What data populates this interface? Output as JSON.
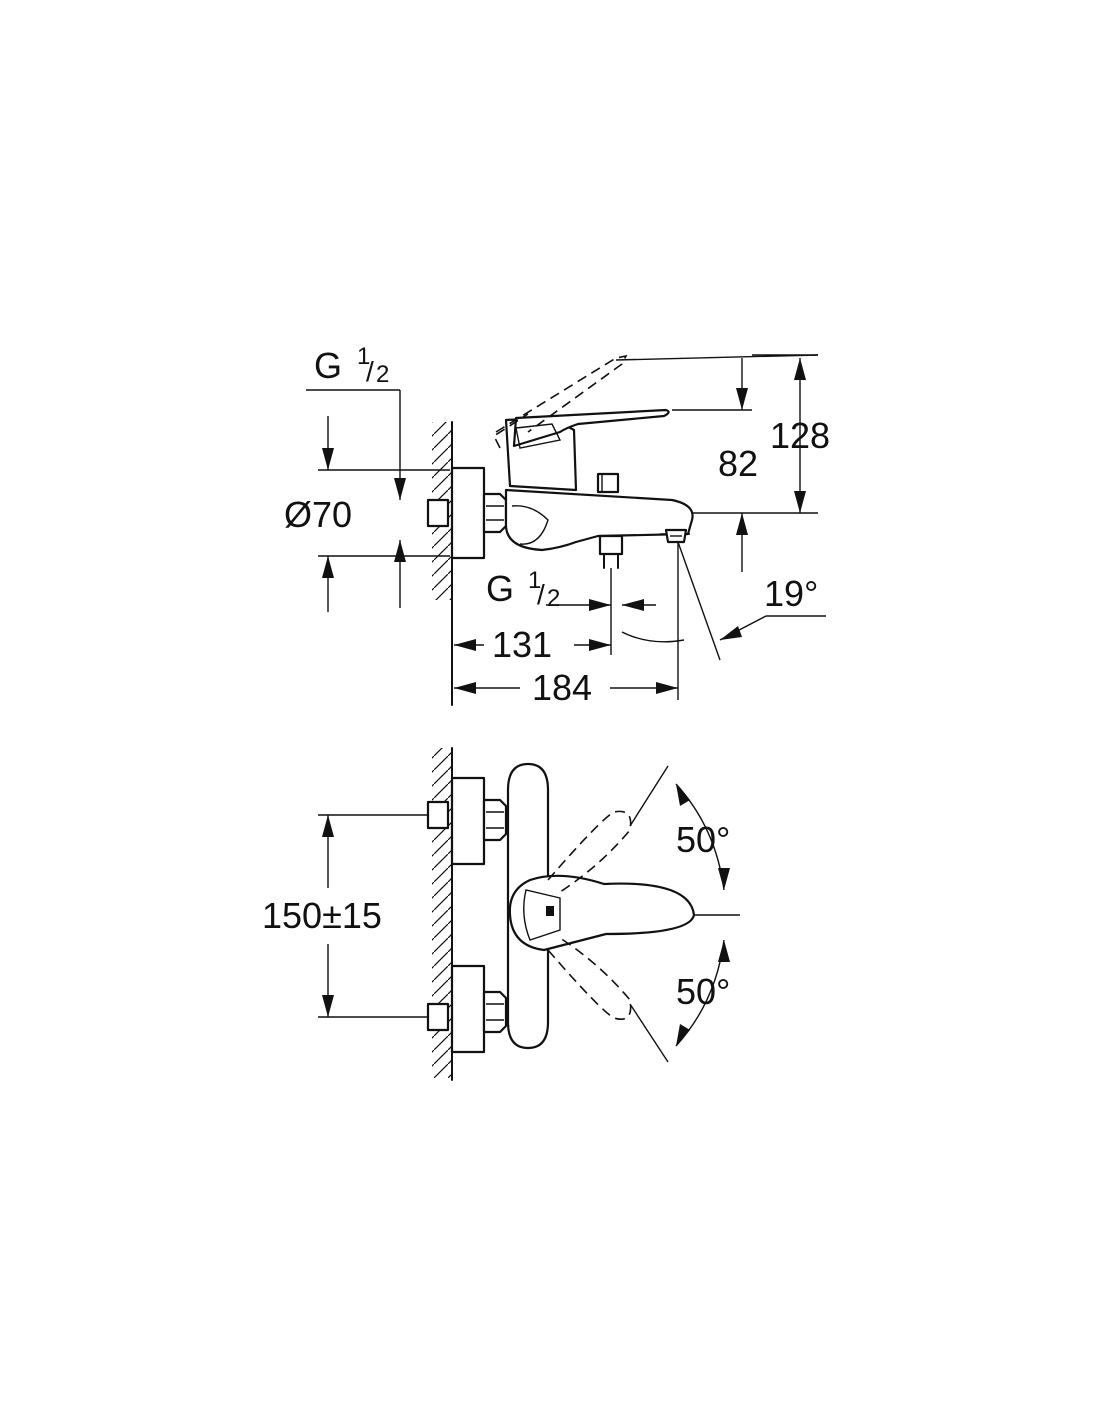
{
  "side_view": {
    "inlet_thread": {
      "base": "G",
      "fraction_num": "1",
      "fraction_den": "2"
    },
    "outlet_thread": {
      "base": "G",
      "fraction_num": "1",
      "fraction_den": "2"
    },
    "cover_diameter": "Ø70",
    "height_total": "128",
    "height_spout": "82",
    "spout_angle": "19°",
    "depth_outlet": "131",
    "depth_total": "184"
  },
  "top_view": {
    "inlet_centres": "150±15",
    "lever_angle_upper": "50°",
    "lever_angle_lower": "50°"
  }
}
